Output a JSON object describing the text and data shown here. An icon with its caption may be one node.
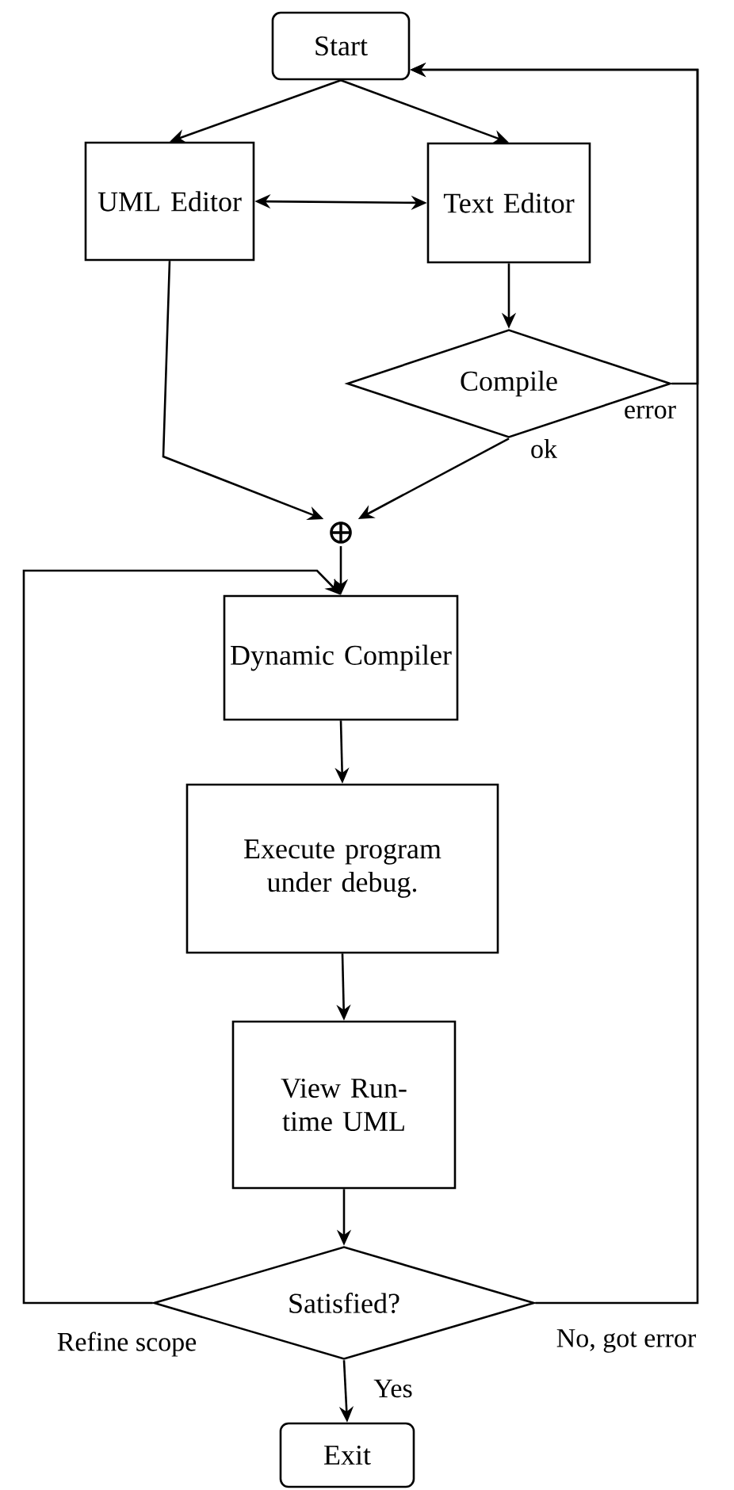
{
  "diagram": {
    "nodes": [
      {
        "text": [
          "Start"
        ]
      },
      {
        "text": [
          "UML Editor"
        ]
      },
      {
        "text": [
          "Text Editor"
        ]
      },
      {
        "text": [
          "Compile"
        ]
      },
      {
        "text": [
          "⊕"
        ]
      },
      {
        "text": [
          "Dynamic Compiler"
        ]
      },
      {
        "text": [
          "Execute program under debug."
        ]
      },
      {
        "text": [
          "View Run-time UML"
        ]
      },
      {
        "text": [
          "Satisfied?"
        ]
      },
      {
        "text": [
          "Exit"
        ]
      }
    ],
    "edges": [
      {
        "from": 0,
        "to": 1,
        "arrow": "to"
      },
      {
        "from": 0,
        "to": 2,
        "arrow": "to"
      },
      {
        "from": 1,
        "to": 2,
        "arrow": "both"
      },
      {
        "from": 2,
        "to": 3,
        "arrow": "to"
      },
      {
        "from": 3,
        "to": 0,
        "arrow": "to",
        "label": "error"
      },
      {
        "from": 1,
        "to": 4,
        "arrow": "to"
      },
      {
        "from": 3,
        "to": 4,
        "arrow": "to",
        "label": "ok"
      },
      {
        "from": 4,
        "to": 5,
        "arrow": "to"
      },
      {
        "from": 5,
        "to": 6,
        "arrow": "to"
      },
      {
        "from": 6,
        "to": 7,
        "arrow": "to"
      },
      {
        "from": 7,
        "to": 8,
        "arrow": "to"
      },
      {
        "from": 8,
        "to": 5,
        "arrow": "to",
        "label": "Refine scope"
      },
      {
        "from": 8,
        "to": 0,
        "arrow": "to",
        "label": "No, got error"
      },
      {
        "from": 8,
        "to": 9,
        "arrow": "to",
        "label": "Yes"
      }
    ]
  }
}
